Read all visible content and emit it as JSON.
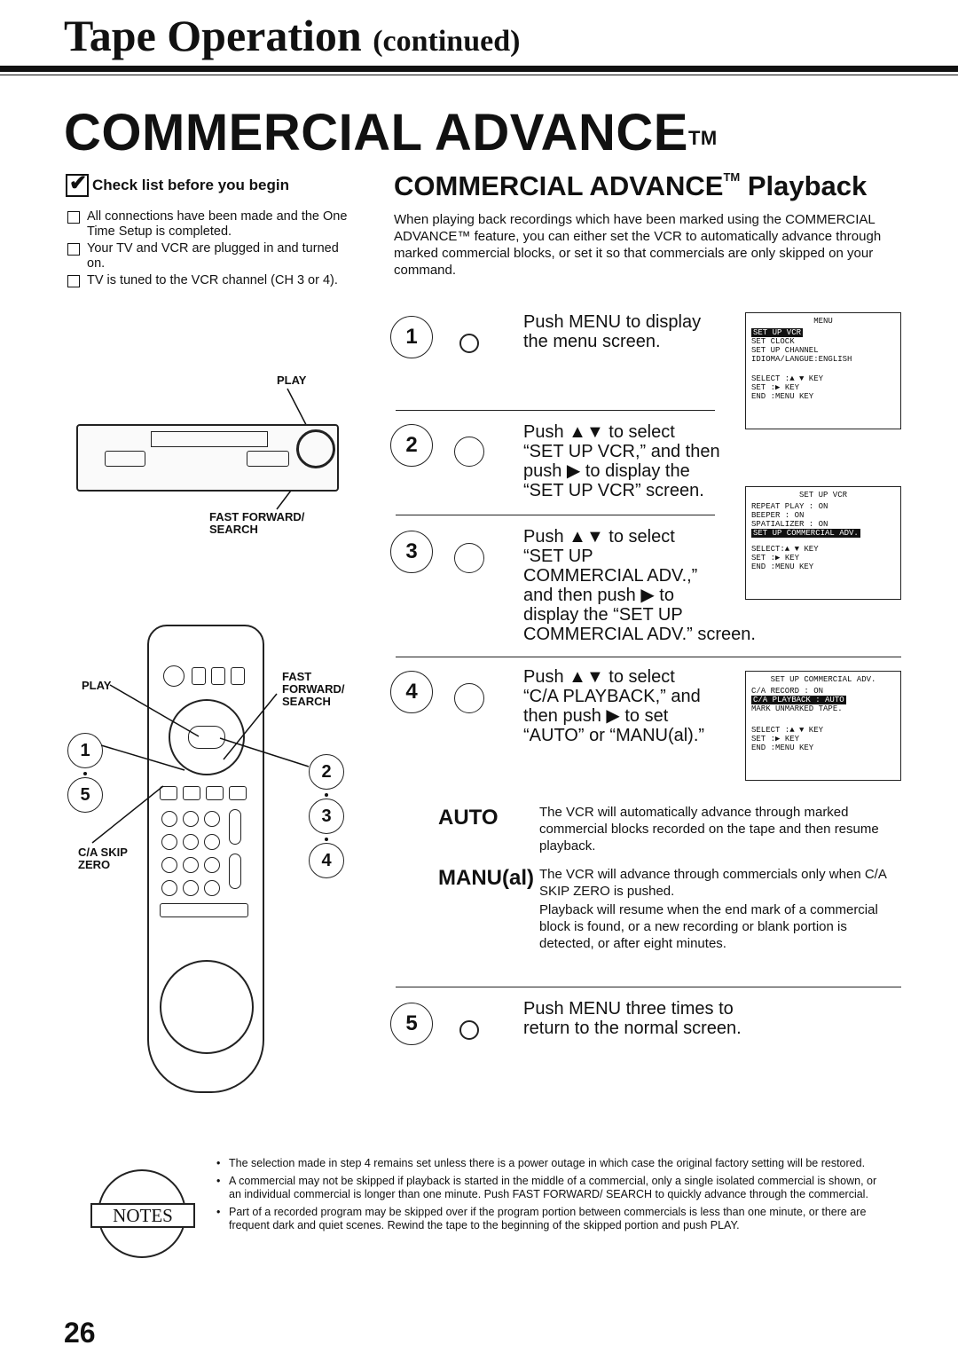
{
  "header": {
    "title": "Tape Operation",
    "continued": "(continued)"
  },
  "main_title": {
    "text": "COMMERCIAL ADVANCE",
    "tm": "TM"
  },
  "checklist": {
    "heading": "Check list before you begin",
    "items": [
      "All connections have been made and the One Time Setup is completed.",
      "Your TV and VCR are plugged in and turned on.",
      "TV is tuned to the VCR channel (CH 3 or 4)."
    ]
  },
  "diagram": {
    "vcr_play_label": "PLAY",
    "vcr_ff_label": "FAST FORWARD/ SEARCH",
    "remote_play_label": "PLAY",
    "remote_ff_label": "FAST FORWARD/ SEARCH",
    "remote_caskip_label": "C/A SKIP ZERO",
    "step_refs_left": [
      "1",
      "5"
    ],
    "step_refs_right": [
      "2",
      "3",
      "4"
    ]
  },
  "playback": {
    "title": "COMMERCIAL ADVANCE",
    "title_suffix": "Playback",
    "tm": "TM",
    "intro": "When playing back recordings which have been marked using the COMMERCIAL ADVANCE™ feature, you can either set the VCR to automatically advance through marked commercial blocks, or set it so that commercials are only skipped on your command."
  },
  "steps": [
    {
      "num": "1",
      "lines": [
        "Push MENU to display",
        "the menu screen."
      ]
    },
    {
      "num": "2",
      "lines": [
        "Push ▲▼ to select",
        "“SET UP VCR,” and then",
        "push ▶ to display the",
        "“SET UP VCR” screen."
      ]
    },
    {
      "num": "3",
      "lines": [
        "Push ▲▼ to select",
        "“SET UP",
        "COMMERCIAL ADV.,”",
        "and then push ▶ to",
        "display the “SET UP",
        "COMMERCIAL ADV.” screen."
      ]
    },
    {
      "num": "4",
      "lines": [
        "Push ▲▼ to select",
        "“C/A PLAYBACK,” and",
        "then push ▶ to set",
        "“AUTO” or “MANU(al).”"
      ]
    },
    {
      "num": "5",
      "lines": [
        "Push MENU three times to",
        "return to the normal screen."
      ]
    }
  ],
  "screens": {
    "menu": {
      "title": "MENU",
      "items": [
        "SET UP VCR",
        "SET CLOCK",
        "SET UP CHANNEL",
        "IDIOMA/LANGUE:ENGLISH"
      ],
      "keys": [
        "SELECT :▲ ▼ KEY",
        "SET    :▶ KEY",
        "END    :MENU KEY"
      ]
    },
    "setup_vcr": {
      "title": "SET UP VCR",
      "items": [
        "REPEAT PLAY  : ON",
        "BEEPER       : ON",
        "SPATIALIZER  : ON",
        "SET UP COMMERCIAL ADV."
      ],
      "keys": [
        "SELECT:▲ ▼ KEY",
        "SET   :▶ KEY",
        "END   :MENU KEY"
      ]
    },
    "setup_ca": {
      "title": "SET UP COMMERCIAL ADV.",
      "items": [
        "C/A RECORD    : ON",
        "C/A PLAYBACK  : AUTO",
        "MARK UNMARKED TAPE."
      ],
      "keys": [
        "SELECT :▲ ▼ KEY",
        "SET    :▶ KEY",
        "END    :MENU KEY"
      ]
    }
  },
  "modes": {
    "auto_label": "AUTO",
    "auto_desc": "The VCR will automatically advance through marked commercial blocks recorded on the tape and then resume playback.",
    "manu_label": "MANU(al)",
    "manu_desc1": "The VCR will advance through commercials only when C/A SKIP ZERO is pushed.",
    "manu_desc2": "Playback will resume when the end mark of a commercial block is found, or a new recording or blank portion is detected, or after eight minutes."
  },
  "notes": {
    "badge": "NOTES",
    "items": [
      "The selection made in step 4 remains set unless there is a power outage in which case the original factory setting will be restored.",
      "A commercial may not be skipped if playback is started in the middle of a commercial, only a single isolated commercial is shown, or an individual commercial is longer than one minute. Push FAST FORWARD/ SEARCH to quickly advance through the commercial.",
      "Part of a recorded program may be skipped over if the program portion between commercials is less than one minute, or there are frequent dark and quiet scenes. Rewind the tape to the beginning of the skipped portion and push PLAY."
    ]
  },
  "page_number": "26"
}
